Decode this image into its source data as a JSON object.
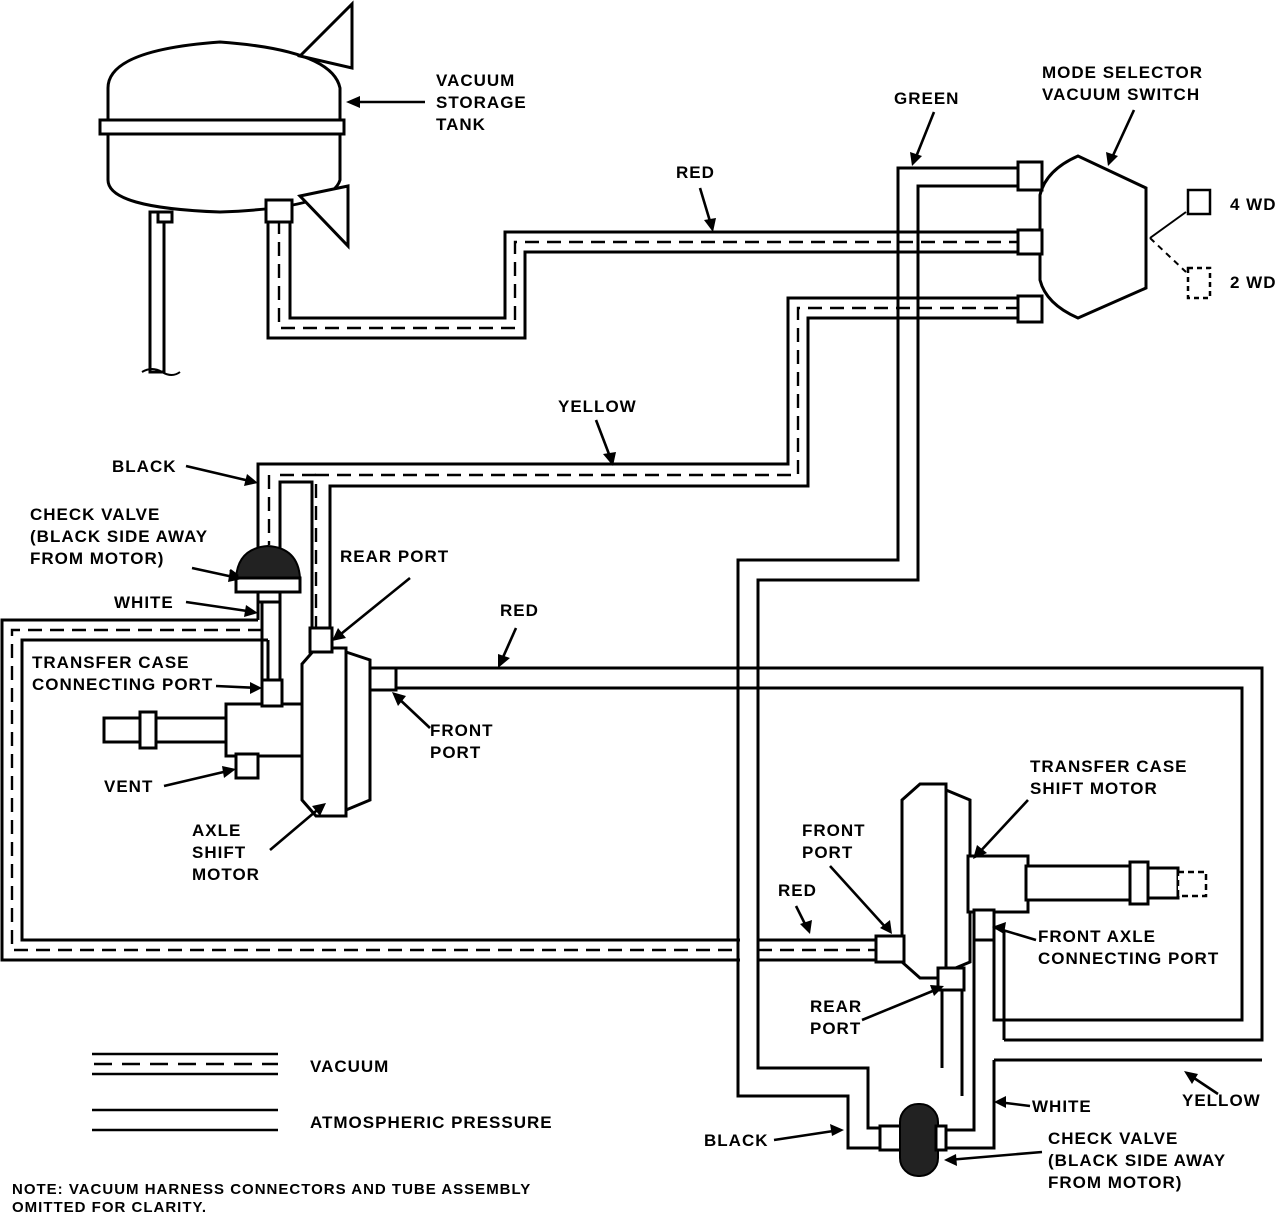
{
  "labels": {
    "vacuum_storage_tank": [
      "VACUUM",
      "STORAGE",
      "TANK"
    ],
    "red_top": "RED",
    "green": "GREEN",
    "mode_selector": [
      "MODE SELECTOR",
      "VACUUM SWITCH"
    ],
    "four_wd": "4 WD",
    "two_wd": "2 WD",
    "yellow_mid": "YELLOW",
    "black_left": "BLACK",
    "check_valve_left": [
      "CHECK VALVE",
      "(BLACK SIDE AWAY",
      "FROM MOTOR)"
    ],
    "rear_port_left": "REAR PORT",
    "white_left": "WHITE",
    "red_mid": "RED",
    "transfer_case_connecting_port": [
      "TRANSFER CASE",
      "CONNECTING PORT"
    ],
    "front_port_left": [
      "FRONT",
      "PORT"
    ],
    "vent": "VENT",
    "axle_shift_motor": [
      "AXLE",
      "SHIFT",
      "MOTOR"
    ],
    "transfer_case_shift_motor": [
      "TRANSFER CASE",
      "SHIFT MOTOR"
    ],
    "front_port_right": [
      "FRONT",
      "PORT"
    ],
    "red_low": "RED",
    "front_axle_connecting_port": [
      "FRONT AXLE",
      "CONNECTING PORT"
    ],
    "rear_port_right": [
      "REAR",
      "PORT"
    ],
    "white_right": "WHITE",
    "yellow_right": "YELLOW",
    "black_right": "BLACK",
    "check_valve_right": [
      "CHECK VALVE",
      "(BLACK SIDE AWAY",
      "FROM MOTOR)"
    ]
  },
  "legend": {
    "vacuum": "VACUUM",
    "atmospheric": "ATMOSPHERIC PRESSURE"
  },
  "note": [
    "NOTE: VACUUM HARNESS CONNECTORS AND TUBE ASSEMBLY",
    "OMITTED FOR CLARITY."
  ]
}
